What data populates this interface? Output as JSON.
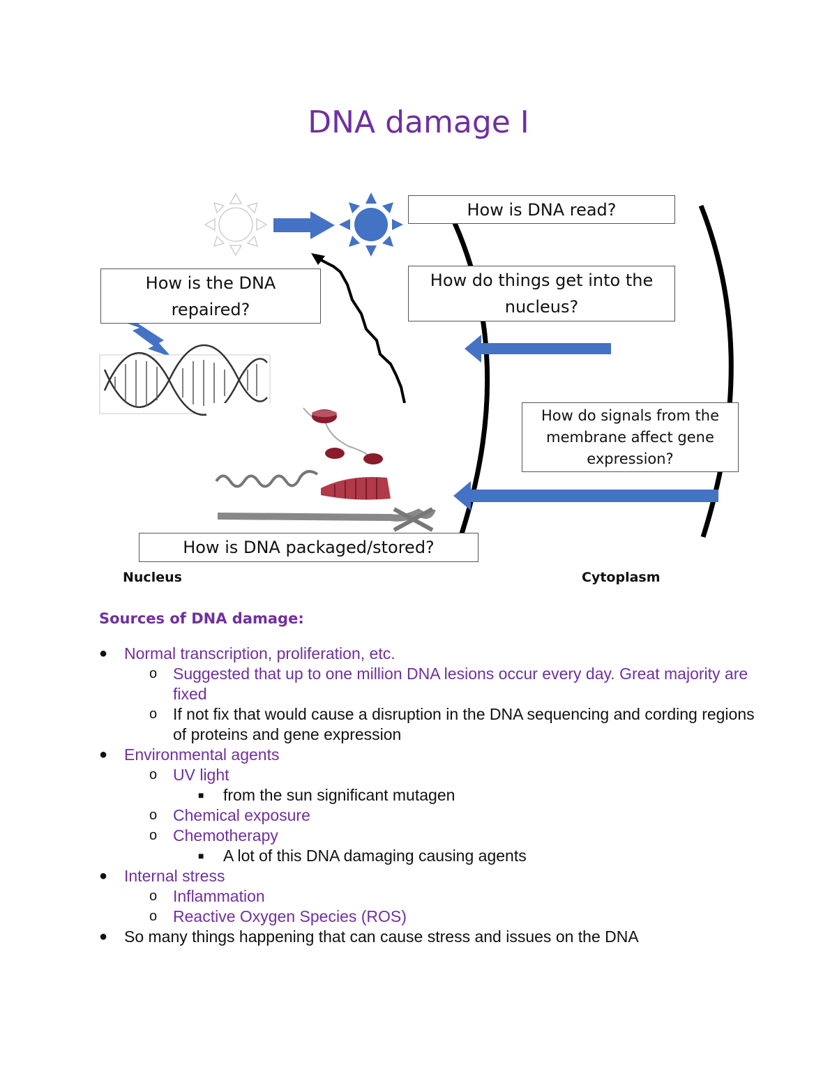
{
  "title": "DNA damage I",
  "diagram": {
    "questions": {
      "read": "How is DNA read?",
      "nucleus_entry": "How do things get into the nucleus?",
      "repair": "How is the DNA repaired?",
      "signals": "How do signals from the membrane affect gene expression?",
      "packaging": "How is DNA packaged/stored?"
    },
    "regions": {
      "nucleus": "Nucleus",
      "cytoplasm": "Cytoplasm"
    },
    "colors": {
      "arrow": "#4472c4",
      "sun": "#4472c4",
      "chromatin": "#8b1a2b"
    }
  },
  "notes": {
    "heading": "Sources of DNA damage:",
    "items": [
      {
        "level": 1,
        "marker": "●",
        "color": "purple",
        "text": "Normal transcription, proliferation, etc."
      },
      {
        "level": 2,
        "marker": "o",
        "color": "purple",
        "text": "Suggested that up to one million DNA lesions occur every day. Great majority are fixed"
      },
      {
        "level": 2,
        "marker": "o",
        "color": "black",
        "text": " If not fix that would cause a disruption in the DNA sequencing and cording regions of proteins and gene expression"
      },
      {
        "level": 1,
        "marker": "●",
        "color": "purple",
        "text": "Environmental agents"
      },
      {
        "level": 2,
        "marker": "o",
        "color": "purple",
        "text": "UV light"
      },
      {
        "level": 3,
        "marker": "■",
        "color": "black",
        "text": "from the sun significant mutagen"
      },
      {
        "level": 2,
        "marker": "o",
        "color": "purple",
        "text": "Chemical exposure"
      },
      {
        "level": 2,
        "marker": "o",
        "color": "purple",
        "text": "Chemotherapy"
      },
      {
        "level": 3,
        "marker": "■",
        "color": "black",
        "text": "A lot of this DNA damaging causing agents"
      },
      {
        "level": 1,
        "marker": "●",
        "color": "purple",
        "text": "Internal stress"
      },
      {
        "level": 2,
        "marker": "o",
        "color": "purple",
        "text": "Inflammation"
      },
      {
        "level": 2,
        "marker": "o",
        "color": "purple",
        "text": "Reactive Oxygen Species (ROS)"
      },
      {
        "level": 1,
        "marker": "●",
        "color": "black",
        "text": "So many things happening that can cause stress and issues on the DNA"
      }
    ]
  }
}
